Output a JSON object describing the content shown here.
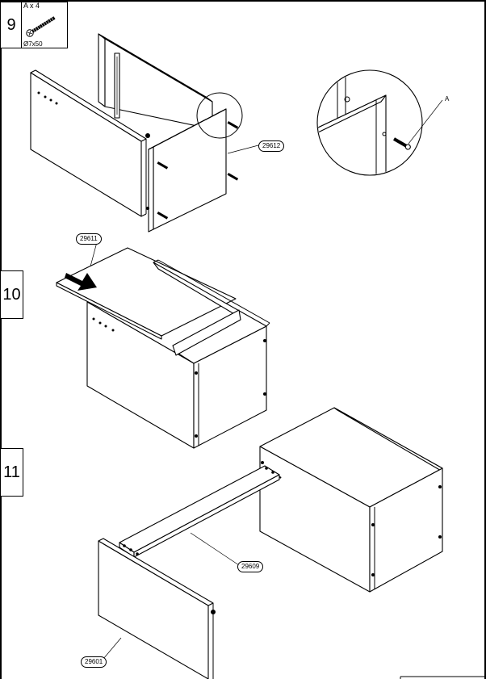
{
  "steps": [
    {
      "number": "9"
    },
    {
      "number": "10"
    },
    {
      "number": "11"
    }
  ],
  "hardware": {
    "quantity": "A x 4",
    "size": "Ø7x50",
    "icon": "screw-icon"
  },
  "detail_label": "A",
  "parts": {
    "step9_panel": "29612",
    "step10_panel": "29611",
    "step11_shelf": "29609",
    "step11_door": "29601"
  }
}
